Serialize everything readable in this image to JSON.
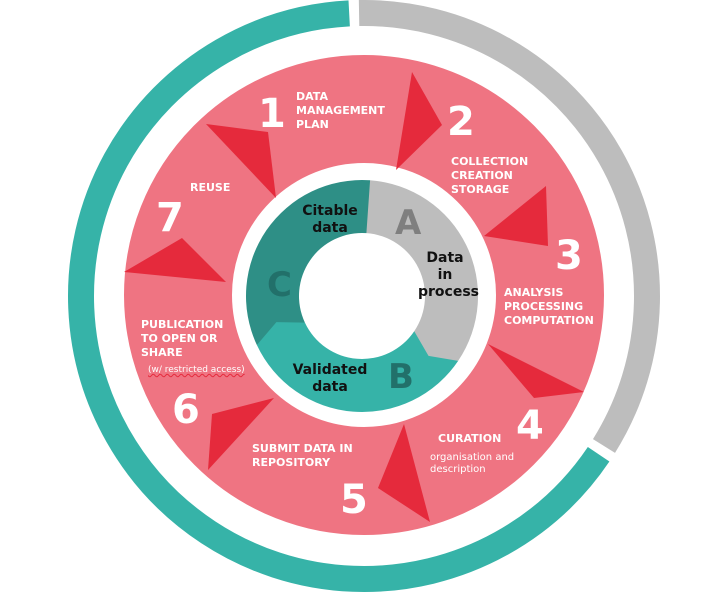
{
  "colors": {
    "teal": "#36b3a8",
    "gray": "#bdbdbd",
    "pink": "#ef7482",
    "red": "#e52a3c",
    "dark_teal": "#2e8f86",
    "letter_gray": "#7f7f7f",
    "letter_teal": "#22706a"
  },
  "steps": [
    {
      "number": "1",
      "label": "DATA MANAGEMENT PLAN"
    },
    {
      "number": "2",
      "label": "COLLECTION CREATION STORAGE"
    },
    {
      "number": "3",
      "label": "ANALYSIS PROCESSING COMPUTATION"
    },
    {
      "number": "4",
      "label": "CURATION",
      "sublabel": "organisation and description"
    },
    {
      "number": "5",
      "label": "SUBMIT DATA IN REPOSITORY"
    },
    {
      "number": "6",
      "label": "PUBLICATION TO OPEN OR SHARE",
      "sublabel": "(w/ restricted access)"
    },
    {
      "number": "7",
      "label": "REUSE"
    }
  ],
  "phases": [
    {
      "letter": "A",
      "label": "Data in process"
    },
    {
      "letter": "B",
      "label": "Validated data"
    },
    {
      "letter": "C",
      "label": "Citable data"
    }
  ]
}
